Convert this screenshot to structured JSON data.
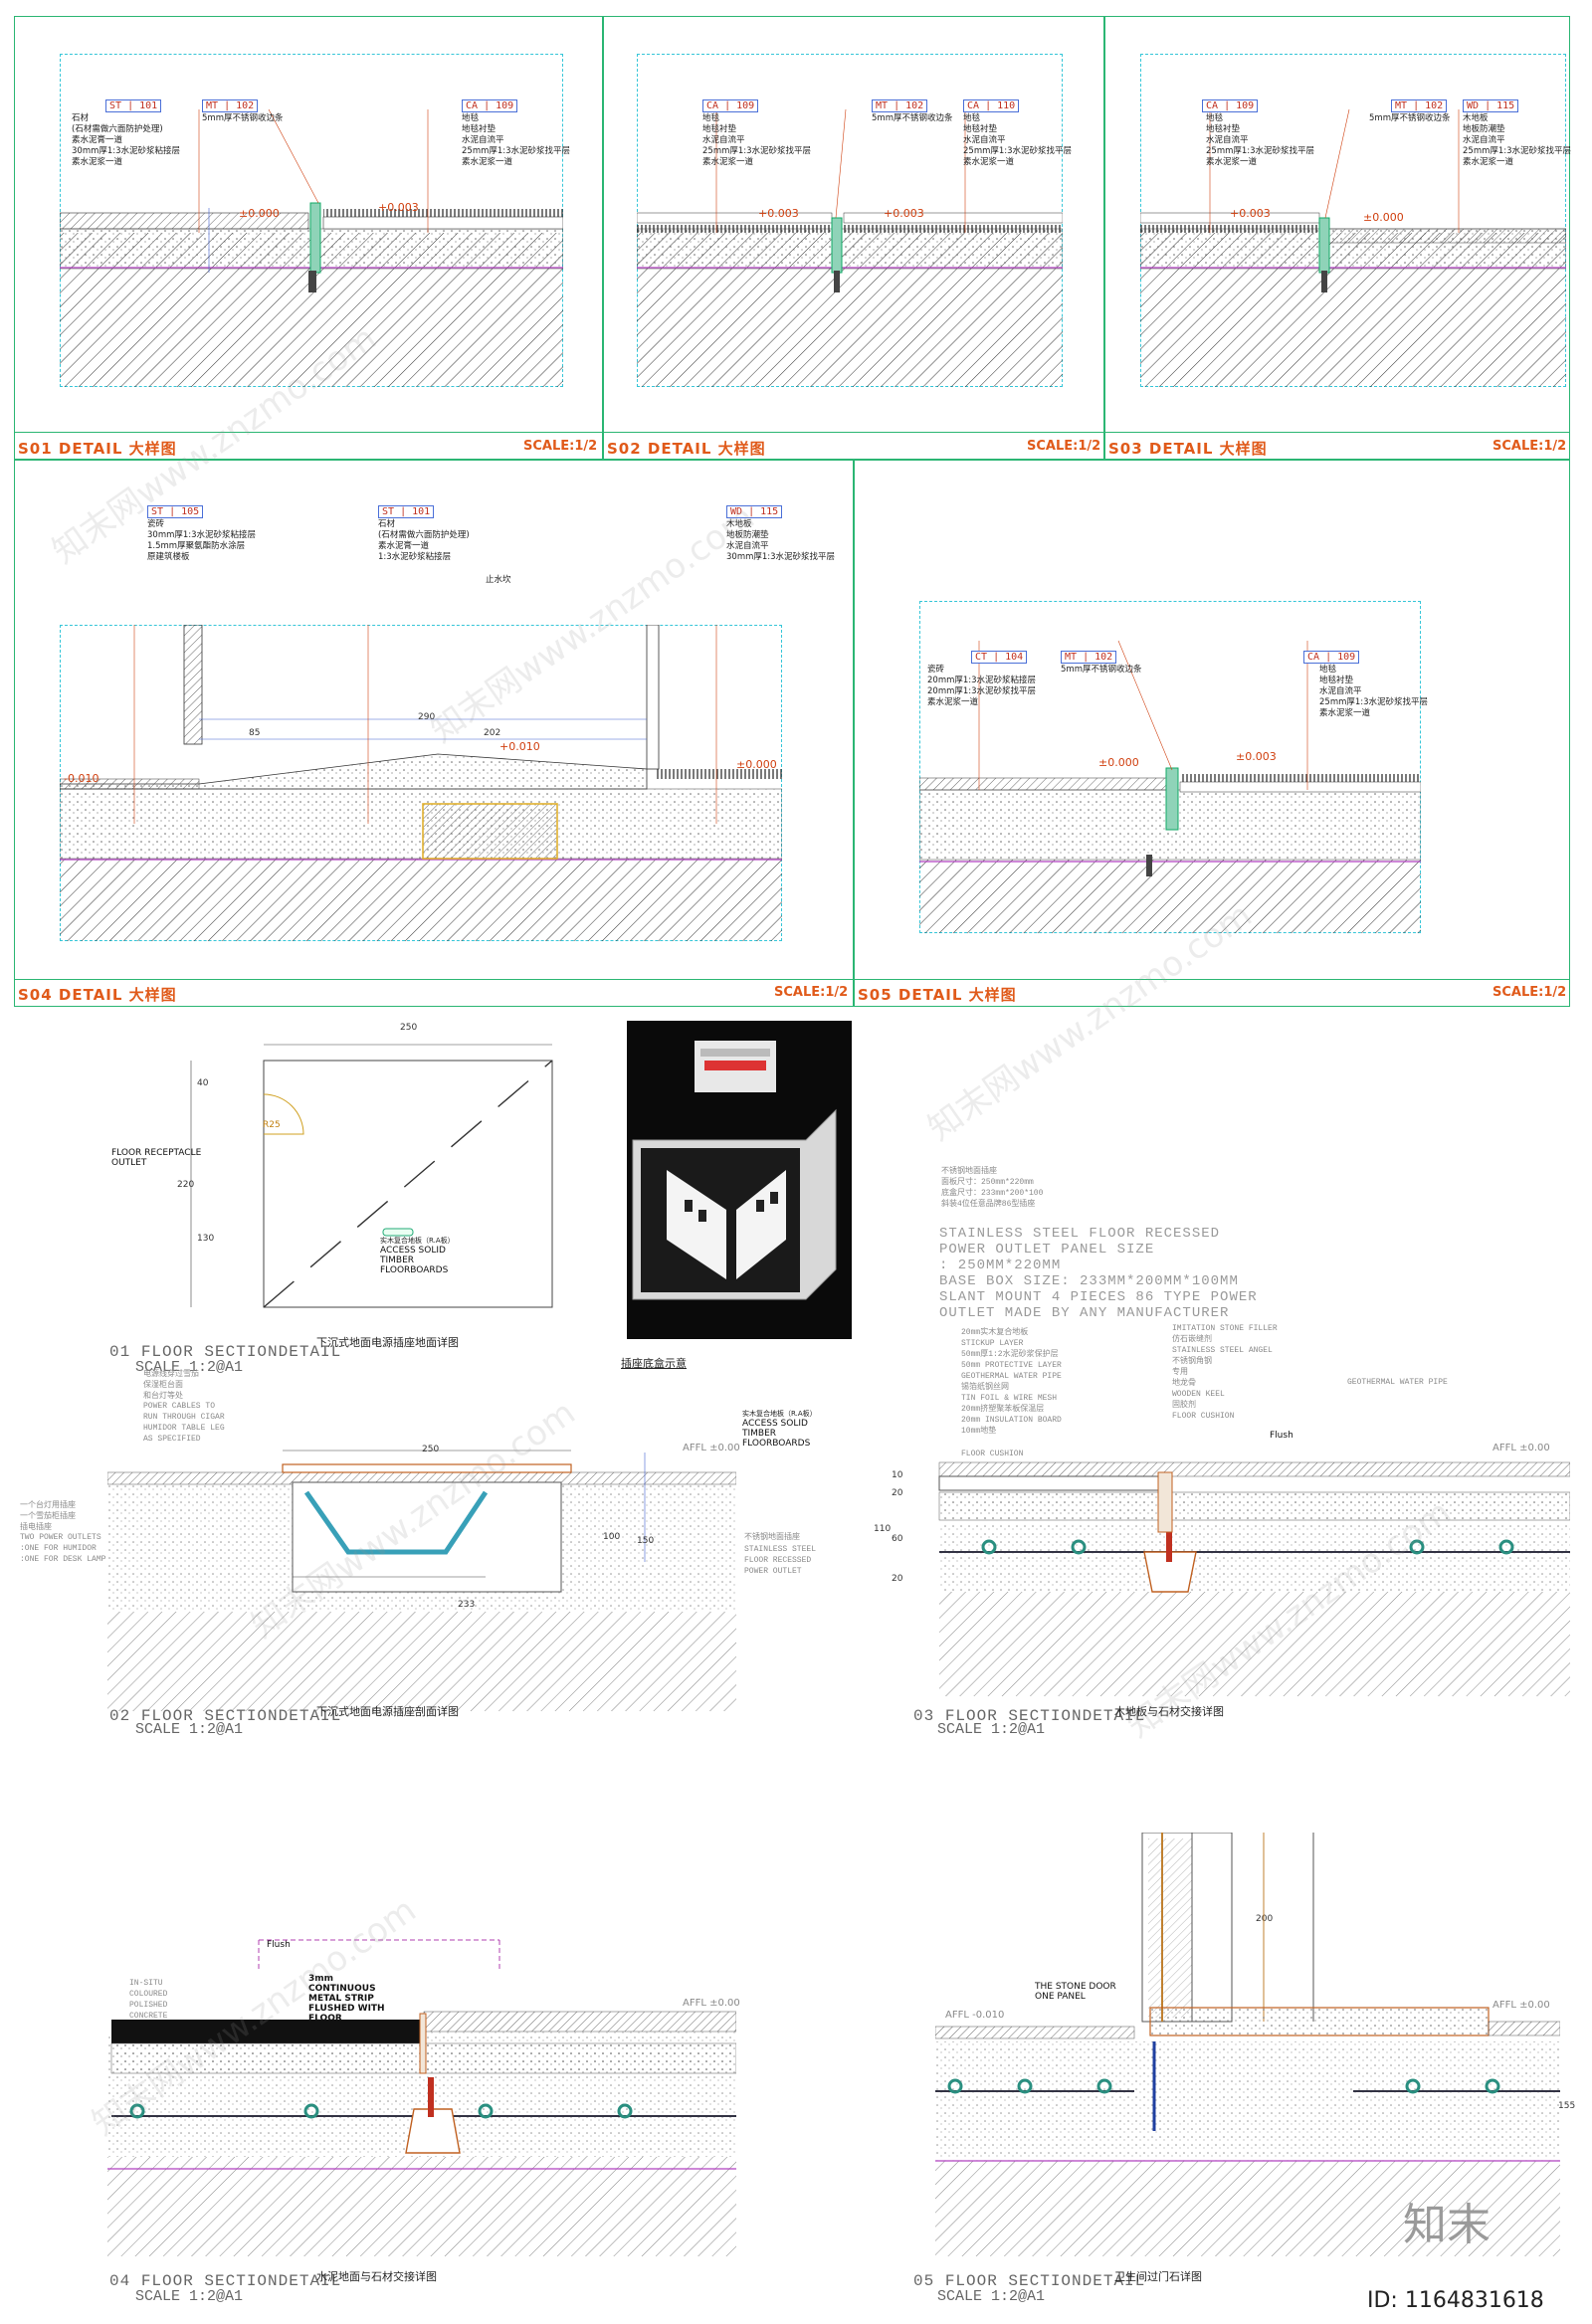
{
  "top_details": [
    {
      "id": "S01",
      "title": "DETAIL  大样图",
      "scale": "SCALE:1/2",
      "tags": [
        {
          "code": "ST",
          "num": "101",
          "lines": "石材\n(石材需做六面防护处理)\n素水泥膏一道\n30mm厚1:3水泥砂浆粘接层\n素水泥浆一道"
        },
        {
          "code": "MT",
          "num": "102",
          "lines": "5mm厚不锈钢收边条"
        },
        {
          "code": "CA",
          "num": "109",
          "lines": "地毯\n地毯衬垫\n水泥自流平\n25mm厚1:3水泥砂浆找平层\n素水泥浆一道"
        }
      ],
      "levels": [
        "±0.000",
        "+0.003"
      ]
    },
    {
      "id": "S02",
      "title": "DETAIL  大样图",
      "scale": "SCALE:1/2",
      "tags": [
        {
          "code": "CA",
          "num": "109",
          "lines": "地毯\n地毯衬垫\n水泥自流平\n25mm厚1:3水泥砂浆找平层\n素水泥浆一道"
        },
        {
          "code": "MT",
          "num": "102",
          "lines": "5mm厚不锈钢收边条"
        },
        {
          "code": "CA",
          "num": "110",
          "lines": "地毯\n地毯衬垫\n水泥自流平\n25mm厚1:3水泥砂浆找平层\n素水泥浆一道"
        }
      ],
      "levels": [
        "+0.003",
        "+0.003"
      ]
    },
    {
      "id": "S03",
      "title": "DETAIL  大样图",
      "scale": "SCALE:1/2",
      "tags": [
        {
          "code": "CA",
          "num": "109",
          "lines": "地毯\n地毯衬垫\n水泥自流平\n25mm厚1:3水泥砂浆找平层\n素水泥浆一道"
        },
        {
          "code": "MT",
          "num": "102",
          "lines": "5mm厚不锈钢收边条"
        },
        {
          "code": "WD",
          "num": "115",
          "lines": "木地板\n地板防潮垫\n水泥自流平\n25mm厚1:3水泥砂浆找平层\n素水泥浆一道"
        }
      ],
      "levels": [
        "+0.003",
        "±0.000"
      ]
    },
    {
      "id": "S04",
      "title": "DETAIL  大样图",
      "scale": "SCALE:1/2",
      "tags": [
        {
          "code": "ST",
          "num": "105",
          "lines": "瓷砖\n30mm厚1:3水泥砂浆粘接层\n1.5mm厚聚氨酯防水涂层\n原建筑楼板"
        },
        {
          "code": "ST",
          "num": "101",
          "lines": "石材\n(石材需做六面防护处理)\n素水泥膏一道\n1:3水泥砂浆粘接层"
        },
        {
          "code": "WD",
          "num": "115",
          "lines": "木地板\n地板防潮垫\n水泥自流平\n30mm厚1:3水泥砂浆找平层"
        }
      ],
      "extra_note": "止水坎",
      "dims": [
        "290",
        "85",
        "202"
      ],
      "levels": [
        "-0.010",
        "+0.010",
        "±0.000"
      ]
    },
    {
      "id": "S05",
      "title": "DETAIL  大样图",
      "scale": "SCALE:1/2",
      "tags": [
        {
          "code": "CT",
          "num": "104",
          "lines": "瓷砖\n20mm厚1:3水泥砂浆粘接层\n20mm厚1:3水泥砂浆找平层\n素水泥浆一道"
        },
        {
          "code": "MT",
          "num": "102",
          "lines": "5mm厚不锈钢收边条"
        },
        {
          "code": "CA",
          "num": "109",
          "lines": "地毯\n地毯衬垫\n水泥自流平\n25mm厚1:3水泥砂浆找平层\n素水泥浆一道"
        }
      ],
      "levels": [
        "±0.000",
        "±0.003"
      ]
    }
  ],
  "sections": [
    {
      "num": "01",
      "title": "FLOOR SECTIONDETAIL",
      "cn": "下沉式地面电源插座地面详图",
      "scale": "SCALE 1:2@A1"
    },
    {
      "num": "02",
      "title": "FLOOR SECTIONDETAIL",
      "cn": "下沉式地面电源插座剖面详图",
      "scale": "SCALE 1:2@A1"
    },
    {
      "num": "03",
      "title": "FLOOR SECTIONDETAIL",
      "cn": "木地板与石材交接详图",
      "scale": "SCALE 1:2@A1"
    },
    {
      "num": "04",
      "title": "FLOOR SECTIONDETAIL",
      "cn": "水泥地面与石材交接详图",
      "scale": "SCALE 1:2@A1"
    },
    {
      "num": "05",
      "title": "FLOOR SECTIONDETAIL",
      "cn": "卫生间过门石详图",
      "scale": "SCALE 1:2@A1"
    }
  ],
  "sec01": {
    "dim_top": "250",
    "dims_left": [
      "40",
      "220",
      "130"
    ],
    "radius": "R25",
    "outlet_label": "FLOOR RECEPTACLE\nOUTLET",
    "floor_cn": "实木复合地板（R.A板）",
    "floor_label": "ACCESS SOLID\nTIMBER\nFLOORBOARDS"
  },
  "photo_caption": "插座底盒示意",
  "sec02": {
    "dim_top": "250",
    "dim_bottom": "233",
    "dims_right": [
      "100",
      "150"
    ],
    "left_note_cn": "电源线穿过雪茄\n保湿柜台面\n和台灯等处",
    "left_note": "POWER CABLES TO\nRUN THROUGH CIGAR\nHUMIDOR TABLE LEG\nAS SPECIFIED",
    "left2_cn": "一个台灯用插座\n一个雪茄柜插座\n插电插座",
    "left2": "TWO POWER OUTLETS\n:ONE FOR HUMIDOR\n:ONE FOR DESK LAMP",
    "floor_cn": "实木复合地板（R.A板）",
    "floor_label": "ACCESS SOLID\nTIMBER\nFLOORBOARDS",
    "right_cn": "不锈钢地面插座",
    "right": "STAINLESS STEEL\nFLOOR RECESSED\nPOWER OUTLET",
    "affl": "AFFL ±0.00"
  },
  "sec03": {
    "spec_cn": "不锈钢地面插座\n面板尺寸：250mm*220mm\n底盒尺寸：233mm*200*100\n斜装4位任意品牌86型插座",
    "spec": "STAINLESS STEEL FLOOR RECESSED\nPOWER OUTLET PANEL SIZE\n: 250MM*220MM\nBASE BOX SIZE: 233MM*200MM*100MM\nSLANT MOUNT 4 PIECES 86 TYPE POWER\nOUTLET MADE BY ANY MANUFACTURER",
    "layers": "20mm实木复合地板\nSTICKUP LAYER\n50mm厚1:2水泥砂浆保护层\n50mm PROTECTIVE LAYER\nGEOTHERMAL WATER PIPE\n锡箔纸钢丝网\nTIN FOIL & WIRE MESH\n20mm挤塑聚苯板保温层\n20mm INSULATION BOARD\n10mm地垫",
    "cushion": "FLOOR CUSHION",
    "right_labels": "IMITATION STONE FILLER\n仿石嵌缝剂\nSTAINLESS STEEL ANGEL\n不锈钢角钢\n专用\n地龙骨\nWOODEN KEEL\n固胶剂\nFLOOR CUSHION",
    "geo": "GEOTHERMAL WATER PIPE",
    "flush": "Flush",
    "affl": "AFFL ±0.00",
    "dims_left": [
      "10",
      "20",
      "110",
      "60",
      "20"
    ]
  },
  "sec04": {
    "flush": "Flush",
    "strip": "3mm\nCONTINUOUS\nMETAL STRIP\nFLUSHED WITH\nFLOOR",
    "left_note": "IN-SITU\nCOLOURED\nPOLISHED\nCONCRETE",
    "affl": "AFFL ±0.00"
  },
  "sec05": {
    "door_label": "THE STONE DOOR\nONE PANEL",
    "affl_left": "AFFL -0.010",
    "affl_right": "AFFL ±0.00",
    "dim_top": "200",
    "dim_right": "155"
  },
  "watermarks": [
    "知末网www.znzmo.com"
  ],
  "id_label": "ID: 1164831618",
  "logo_text": "知末"
}
